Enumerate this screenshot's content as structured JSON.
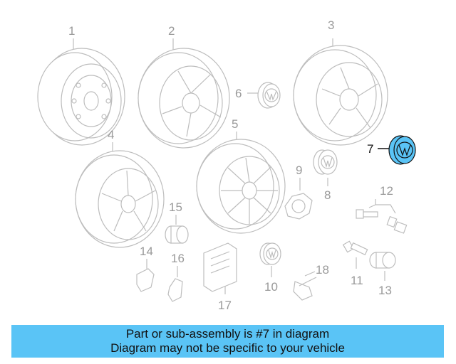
{
  "parts": {
    "p1": "1",
    "p2": "2",
    "p3": "3",
    "p4": "4",
    "p5": "5",
    "p6": "6",
    "p7": "7",
    "p8": "8",
    "p9": "9",
    "p10": "10",
    "p11": "11",
    "p12": "12",
    "p13": "13",
    "p14": "14",
    "p15": "15",
    "p16": "16",
    "p17": "17",
    "p18": "18"
  },
  "highlight_part": "7",
  "colors": {
    "highlight": "#5ac4f6",
    "line": "#bdbdbd",
    "banner": "#5ac4f6"
  },
  "banner": {
    "line1": "Part or sub-assembly is #7 in diagram",
    "line2": "Diagram may not be specific to your vehicle"
  }
}
